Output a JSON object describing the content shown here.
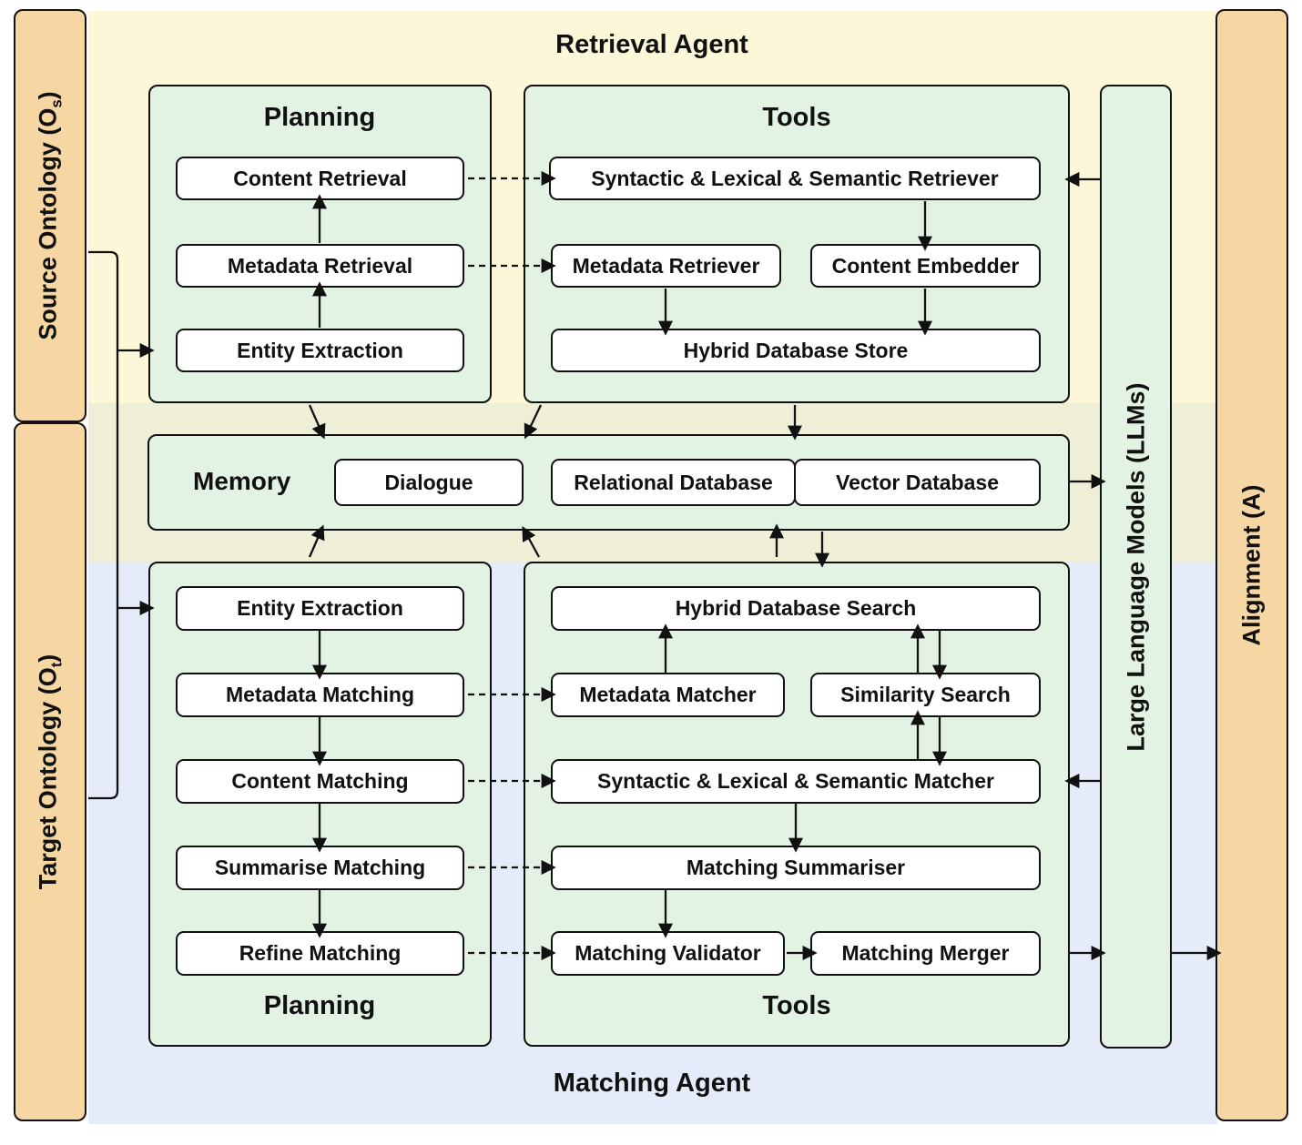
{
  "titles": {
    "retrieval_agent": "Retrieval Agent",
    "matching_agent": "Matching Agent"
  },
  "side_bars": {
    "source": {
      "prefix": "Source Ontology (O",
      "sub": "s",
      "suffix": ")"
    },
    "target": {
      "prefix": "Target Ontology (O",
      "sub": "t",
      "suffix": ")"
    },
    "alignment": "Alignment (A)",
    "llms": "Large Language Models (LLMs)"
  },
  "retrieval": {
    "planning": {
      "title": "Planning",
      "steps": [
        "Content Retrieval",
        "Metadata Retrieval",
        "Entity Extraction"
      ]
    },
    "tools": {
      "title": "Tools",
      "retriever": "Syntactic & Lexical & Semantic Retriever",
      "metadata_retriever": "Metadata Retriever",
      "content_embedder": "Content Embedder",
      "hybrid_store": "Hybrid Database Store"
    }
  },
  "memory": {
    "label": "Memory",
    "boxes": [
      "Dialogue",
      "Relational Database",
      "Vector Database"
    ]
  },
  "matching": {
    "planning": {
      "title": "Planning",
      "steps": [
        "Entity Extraction",
        "Metadata Matching",
        "Content Matching",
        "Summarise Matching",
        "Refine Matching"
      ]
    },
    "tools": {
      "title": "Tools",
      "hybrid_search": "Hybrid Database Search",
      "metadata_matcher": "Metadata Matcher",
      "similarity_search": "Similarity Search",
      "matcher": "Syntactic & Lexical & Semantic Matcher",
      "summariser": "Matching Summariser",
      "validator": "Matching Validator",
      "merger": "Matching Merger"
    }
  },
  "colors": {
    "retrieval_bg": "#FBF7D8",
    "memory_band_bg": "#EFEFD8",
    "matching_bg": "#E5EBF9",
    "container_green": "#E3F3E3",
    "bar_orange": "#F6D6A2",
    "box_white": "#FFFFFF",
    "line_black": "#111111"
  }
}
